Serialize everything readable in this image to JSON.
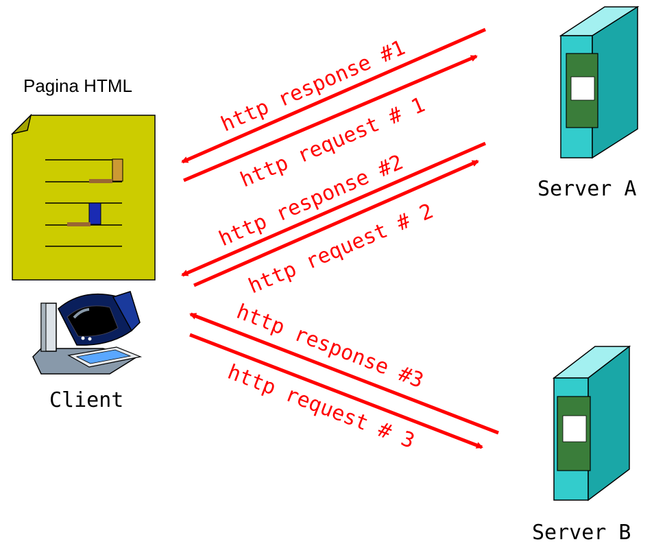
{
  "page_label": "Pagina HTML",
  "nodes": {
    "client": "Client",
    "server_a": "Server A",
    "server_b": "Server B"
  },
  "edges": [
    {
      "label": "http response #1",
      "direction": "to-client",
      "server": "A"
    },
    {
      "label": "http request # 1",
      "direction": "to-server",
      "server": "A"
    },
    {
      "label": "http response #2",
      "direction": "to-client",
      "server": "A"
    },
    {
      "label": "http request # 2",
      "direction": "to-server",
      "server": "A"
    },
    {
      "label": "http  response #3",
      "direction": "to-client",
      "server": "B"
    },
    {
      "label": "http  request # 3",
      "direction": "to-server",
      "server": "B"
    }
  ],
  "colors": {
    "arrow": "#ff0000",
    "server_front": "#33cccc",
    "server_side": "#1aa7a7",
    "server_panel": "#3a7d3a",
    "page_fill": "#cccc00",
    "monitor": "#0a1f5c"
  }
}
